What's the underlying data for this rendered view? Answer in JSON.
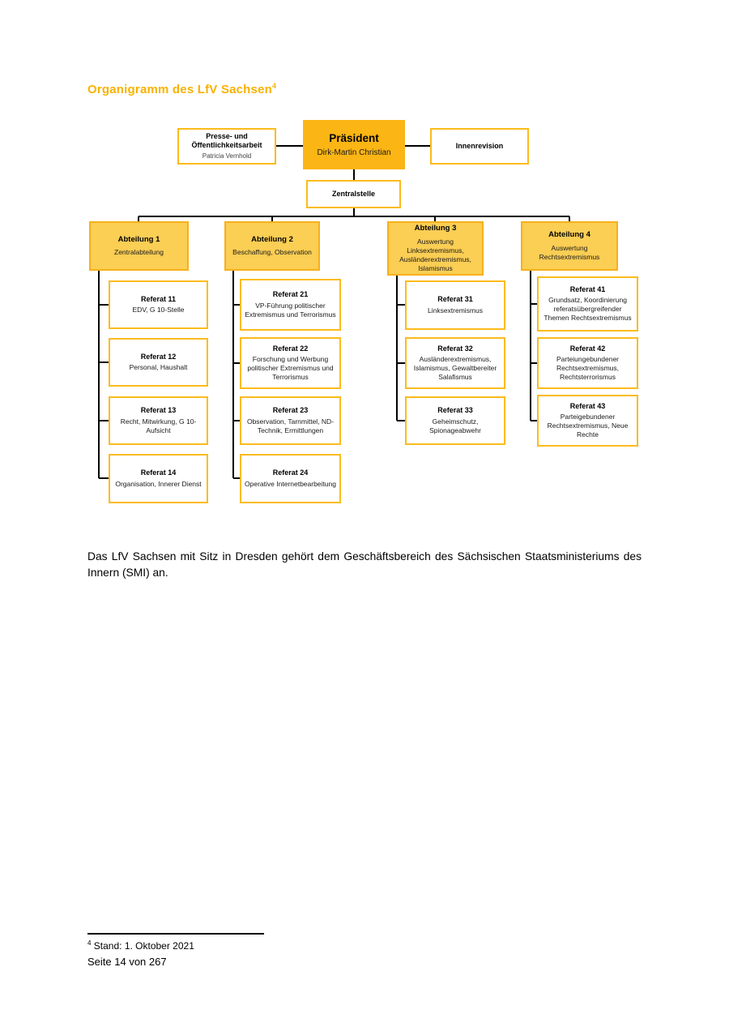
{
  "document": {
    "heading": "Organigramm des LfV Sachsen",
    "heading_footnote_marker": "4",
    "paragraph": "Das LfV Sachsen mit Sitz in Dresden gehört dem Geschäftsbereich des Sächsischen Staatsministeriums des Innern (SMI) an.",
    "footnote": {
      "marker": "4",
      "text": " Stand: 1. Oktober 2021"
    },
    "page_label": "Seite 14 von 267"
  },
  "colors": {
    "heading_gold": "#F9B200",
    "box_border_gold": "#FCBB1C",
    "praesident_fill": "#FBB514",
    "abteilung_fill": "#FBCE54",
    "connector_line": "#000000",
    "subtitle_gray": "#3F3F3F"
  },
  "org_chart": {
    "praesident": {
      "title": "Präsident",
      "name": "Dirk-Martin Christian"
    },
    "presse": {
      "title": "Presse- und Öffentlichkeitsarbeit",
      "name": "Patricia Vernhold"
    },
    "innenrevision": {
      "title": "Innenrevision"
    },
    "zentralstelle": {
      "title": "Zentralstelle"
    },
    "abteilungen": [
      {
        "title": "Abteilung 1",
        "subtitle": "Zentralabteilung",
        "referate": [
          {
            "title": "Referat 11",
            "subtitle": "EDV, G 10-Stelle"
          },
          {
            "title": "Referat 12",
            "subtitle": "Personal, Haushalt"
          },
          {
            "title": "Referat 13",
            "subtitle": "Recht, Mitwirkung, G 10-Aufsicht"
          },
          {
            "title": "Referat 14",
            "subtitle": "Organisation, Innerer Dienst"
          }
        ]
      },
      {
        "title": "Abteilung 2",
        "subtitle": "Beschaffung, Observation",
        "referate": [
          {
            "title": "Referat 21",
            "subtitle": "VP-Führung politischer Extremismus und Terrorismus"
          },
          {
            "title": "Referat 22",
            "subtitle": "Forschung und Werbung politischer Extremismus und Terrorismus"
          },
          {
            "title": "Referat 23",
            "subtitle": "Observation, Tarnmittel, ND-Technik, Ermittlungen"
          },
          {
            "title": "Referat 24",
            "subtitle": "Operative Internetbearbeitung"
          }
        ]
      },
      {
        "title": "Abteilung 3",
        "subtitle": "Auswertung Linksextremismus, Ausländerextremismus, Islamismus",
        "referate": [
          {
            "title": "Referat 31",
            "subtitle": "Linksextremismus"
          },
          {
            "title": "Referat 32",
            "subtitle": "Ausländerextremismus, Islamismus, Gewaltbereiter Salafismus"
          },
          {
            "title": "Referat 33",
            "subtitle": "Geheimschutz, Spionageabwehr"
          }
        ]
      },
      {
        "title": "Abteilung 4",
        "subtitle": "Auswertung Rechtsextremismus",
        "referate": [
          {
            "title": "Referat 41",
            "subtitle": "Grundsatz, Koordinierung referatsübergreifender Themen Rechtsextremismus"
          },
          {
            "title": "Referat 42",
            "subtitle": "Parteiungebundener Rechtsextremismus, Rechtsterrorismus"
          },
          {
            "title": "Referat 43",
            "subtitle": "Parteigebundener Rechtsextremismus, Neue Rechte"
          }
        ]
      }
    ]
  }
}
